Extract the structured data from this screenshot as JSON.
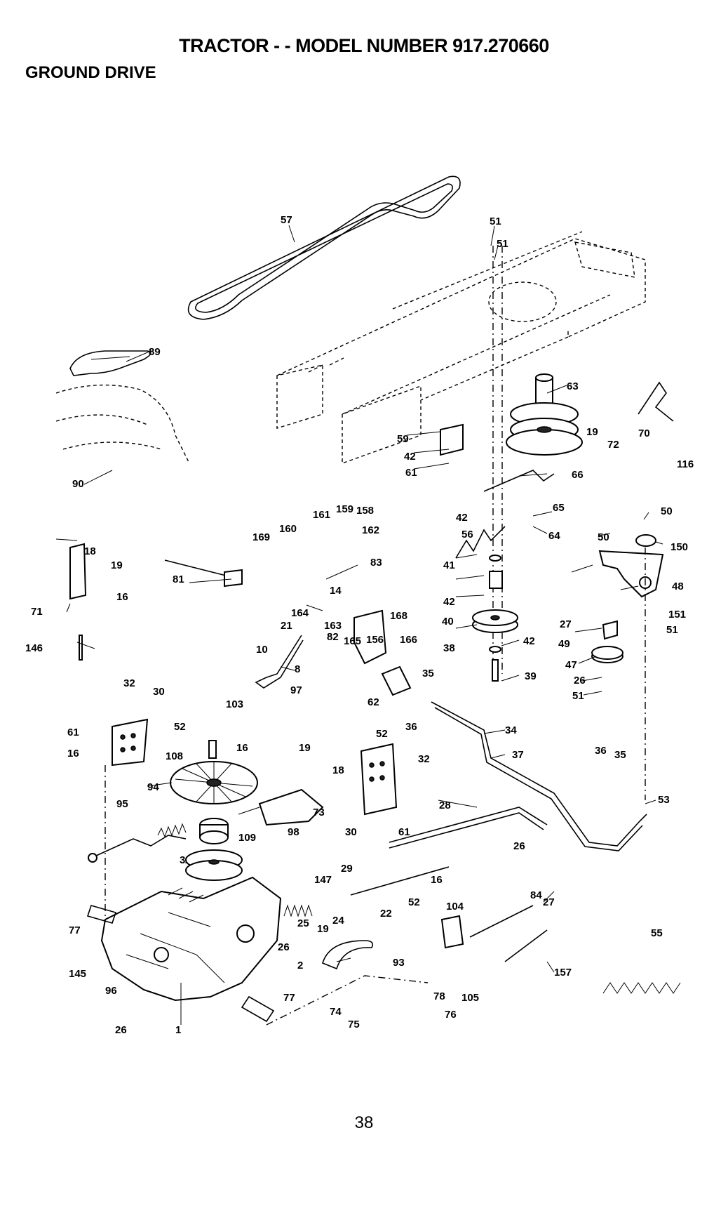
{
  "header": {
    "title": "TRACTOR - - MODEL NUMBER 917.270660",
    "section": "GROUND DRIVE"
  },
  "footer": {
    "page_number": "38"
  },
  "callouts": {
    "c57": "57",
    "c51a": "51",
    "c51b": "51",
    "c89": "89",
    "c63": "63",
    "c19a": "19",
    "c72": "72",
    "c70": "70",
    "c116": "116",
    "c59a": "59",
    "c42a": "42",
    "c61a": "61",
    "c66": "66",
    "c90": "90",
    "c161": "161",
    "c159": "159",
    "c158": "158",
    "c162": "162",
    "c169": "169",
    "c160": "160",
    "c42b": "42",
    "c56": "56",
    "c65": "65",
    "c64": "64",
    "c50a": "50",
    "c50b": "50",
    "c150": "150",
    "c18a": "18",
    "c19b": "19",
    "c71": "71",
    "c16a": "16",
    "c81": "81",
    "c164": "164",
    "c14": "14",
    "c163": "163",
    "c83": "83",
    "c168": "168",
    "c41": "41",
    "c42c": "42",
    "c48": "48",
    "c21": "21",
    "c40": "40",
    "c27a": "27",
    "c151": "151",
    "c51c": "51",
    "c146": "146",
    "c10": "10",
    "c82": "82",
    "c165": "165",
    "c156": "156",
    "c166": "166",
    "c38": "38",
    "c42d": "42",
    "c49": "49",
    "c8": "8",
    "c47": "47",
    "c26a": "26",
    "c39": "39",
    "c51d": "51",
    "c35a": "35",
    "c32a": "32",
    "c30a": "30",
    "c62": "62",
    "c97": "97",
    "c36a": "36",
    "c103": "103",
    "c61b": "61",
    "c52a": "52",
    "c16b": "16",
    "c34": "34",
    "c108": "108",
    "c16c": "16",
    "c19c": "19",
    "c52b": "52",
    "c37": "37",
    "c36b": "36",
    "c35b": "35",
    "c32b": "32",
    "c18b": "18",
    "c94": "94",
    "c73": "73",
    "c53": "53",
    "c95": "95",
    "c28": "28",
    "c30b": "30",
    "c61c": "61",
    "c109": "109",
    "c98": "98",
    "c26b": "26",
    "c3": "3",
    "c29": "29",
    "c147": "147",
    "c16d": "16",
    "c84": "84",
    "c27b": "27",
    "c77a": "77",
    "c52c": "52",
    "c104": "104",
    "c22": "22",
    "c24": "24",
    "c19d": "19",
    "c25": "25",
    "c26c": "26",
    "c55": "55",
    "c145": "145",
    "c93": "93",
    "c2": "2",
    "c157": "157",
    "c96": "96",
    "c78": "78",
    "c105": "105",
    "c77b": "77",
    "c74": "74",
    "c76": "76",
    "c75": "75",
    "c26d": "26",
    "c1": "1"
  }
}
